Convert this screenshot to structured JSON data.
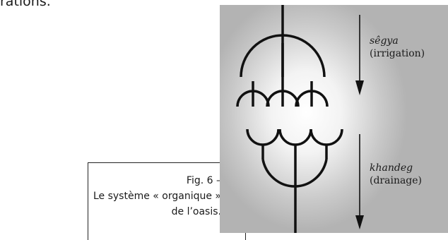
{
  "text_fragment": "rations.",
  "caption": {
    "line1": "Fig. 6 –",
    "line2": "Le système « organique »",
    "line3": "de l’oasis."
  },
  "diagram": {
    "upper": {
      "term": "sêgya",
      "gloss": "(irrigation)"
    },
    "lower": {
      "term": "khandeg",
      "gloss": "(drainage)"
    }
  }
}
